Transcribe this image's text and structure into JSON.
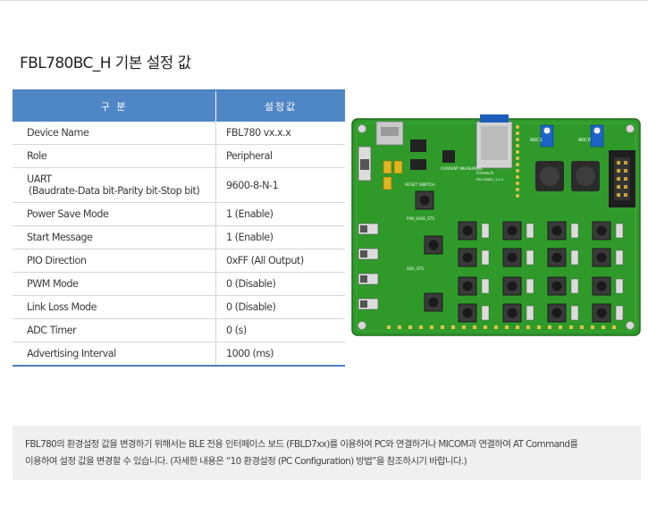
{
  "page": {
    "title": "FBL780BC_H 기본 설정 값"
  },
  "table": {
    "headers": [
      "구 분",
      "설정값"
    ],
    "rows": [
      {
        "name": "Device Name",
        "value": "FBL780 vx.x.x"
      },
      {
        "name": "Role",
        "value": "Peripheral"
      },
      {
        "name": "UART",
        "name2": "(Baudrate-Data bit-Parity bit-Stop bit)",
        "value": "9600-8-N-1"
      },
      {
        "name": "Power Save Mode",
        "value": "1 (Enable)"
      },
      {
        "name": "Start Message",
        "value": "1 (Enable)"
      },
      {
        "name": "PIO Direction",
        "value": "0xFF (All Output)"
      },
      {
        "name": "PWM Mode",
        "value": "0 (Disable)"
      },
      {
        "name": "Link Loss Mode",
        "value": "0 (Disable)"
      },
      {
        "name": "ADC Timer",
        "value": "0 (s)"
      },
      {
        "name": "Advertising Interval",
        "value": "1000 (ms)"
      }
    ]
  },
  "board": {
    "labels": {
      "reset": "RESET SWITCH",
      "brand": "Firmtech",
      "adc0": "ADC0",
      "adc1": "ADC1",
      "model": "FBL780BC_V1.0",
      "power_save": "P/W_SAVE_STS",
      "adv": "ADV_STS",
      "current": "CURRENT MEASURING"
    }
  },
  "note": {
    "line1": "FBL780의 환경설정 값을 변경하기 위해서는 BLE 전용 인터페이스 보드 (FBLD7xx)를 이용하여 PC와 연결하거나 MICOM과 연결하여 AT Command를",
    "line2": "이용하여 설정 값을 변경할 수 있습니다.   (자세한 내용은 “10 환경설정 (PC Configuration) 방법”을 참조하시기 바랍니다.)"
  },
  "colors": {
    "header_blue": "#4f86c6",
    "table_border": "#4a7fc1",
    "pcb_green": "#2f9a2a",
    "note_bg": "#f0f0f0"
  }
}
